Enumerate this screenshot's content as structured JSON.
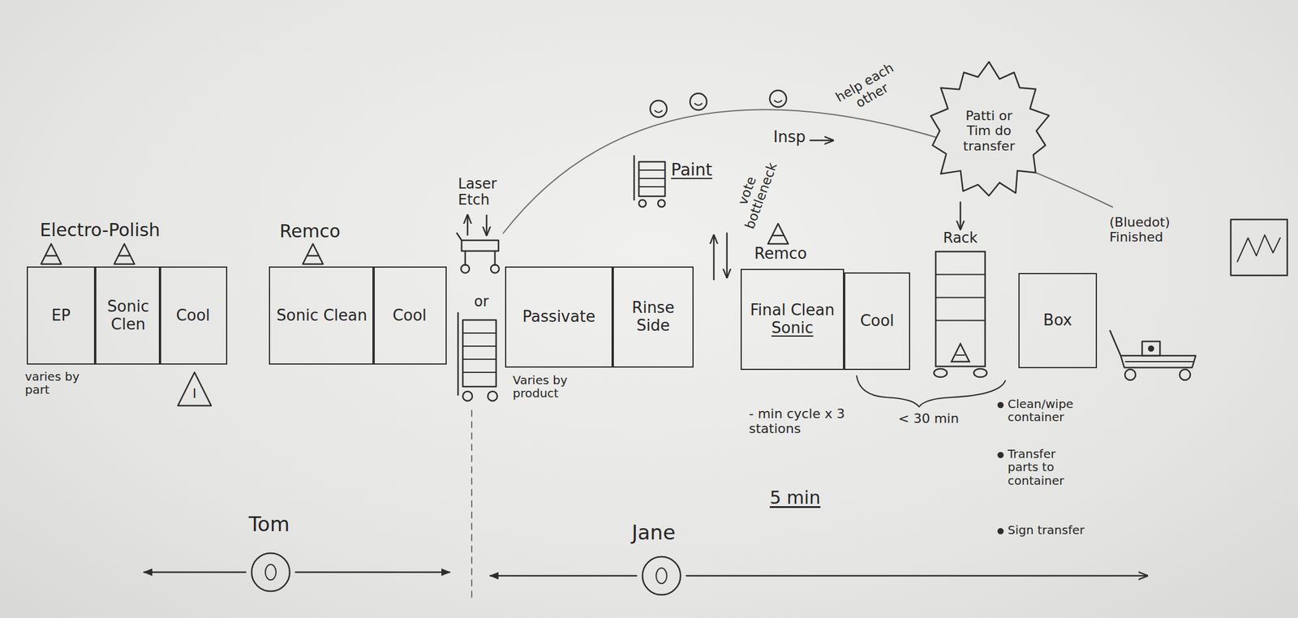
{
  "diagram": {
    "nodes": [
      {
        "text": [
          "EP"
        ]
      },
      {
        "text": [
          "Sonic Clen"
        ]
      },
      {
        "text": [
          "Cool"
        ]
      },
      {
        "text": [
          "Sonic Clean"
        ]
      },
      {
        "text": [
          "Cool"
        ]
      },
      {
        "text": [
          "Passivate"
        ]
      },
      {
        "text": [
          "Rinse Side"
        ]
      },
      {
        "text": [
          "Final Clean",
          "Sonic"
        ]
      },
      {
        "text": [
          "Cool"
        ]
      },
      {
        "text": [
          "Patti or Tim do transfer"
        ]
      },
      {
        "text": [
          "Rack"
        ]
      },
      {
        "text": [
          "Box"
        ]
      }
    ],
    "edges": [
      {
        "from": 9,
        "to": 10,
        "arrow": "to"
      }
    ],
    "labels": [
      "Electro-Polish",
      "varies by part",
      "I",
      "Remco",
      "Laser Etch",
      "or",
      "Varies by product",
      "Paint",
      "Insp",
      "vote bottleneck",
      "help each other",
      "Remco",
      "- min cycle x 3 stations",
      "5 min",
      "< 30 min",
      "(Bluedot) Finished",
      "Clean/wipe container",
      "Transfer parts to container",
      "Sign transfer",
      "Tom",
      "Jane"
    ]
  }
}
